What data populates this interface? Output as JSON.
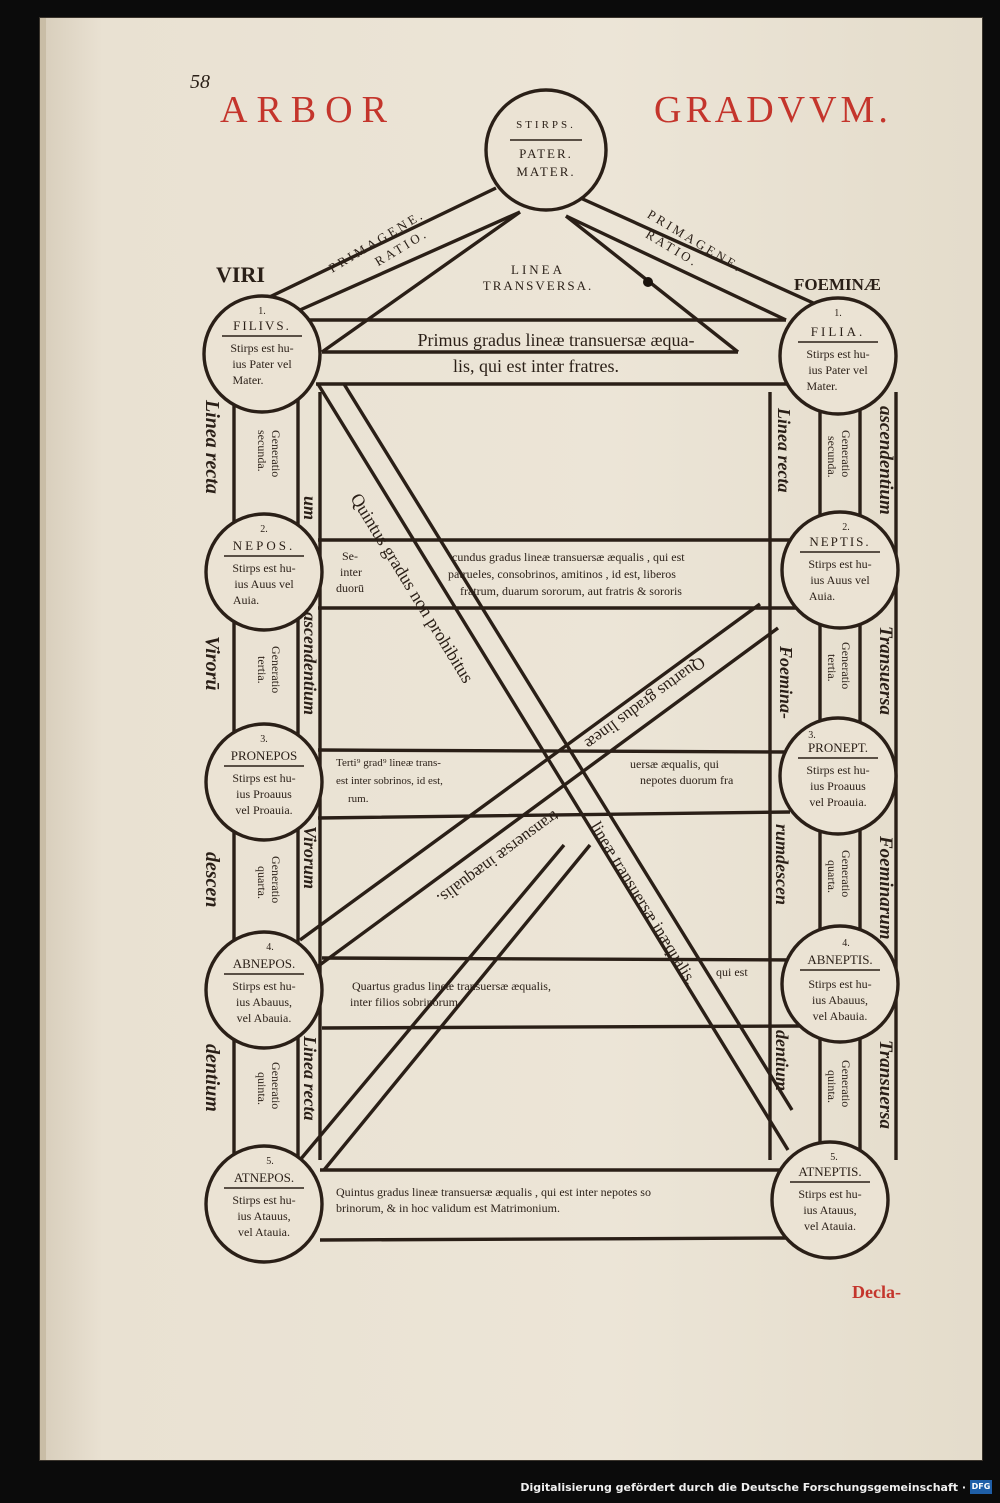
{
  "page_number": "58",
  "header": {
    "left": "ARBOR",
    "right": "GRADVVM."
  },
  "labels": {
    "viri": "VIRI",
    "foeminae": "FOEMINÆ"
  },
  "root": {
    "head": "STIRPS.",
    "line1": "PATER.",
    "line2": "MATER."
  },
  "primagene_left": {
    "line1": "PRIMAGENE.",
    "line2": "RATIO."
  },
  "primagene_right": {
    "line1": "PRIMAGENE.",
    "line2": "RATIO."
  },
  "linea_transversa": {
    "line1": "LINEA",
    "line2": "TRANSVERSA."
  },
  "primus": {
    "line1": "Primus gradus lineæ transuersæ æqua-",
    "line2": "lis, qui est inter fratres."
  },
  "secundus": {
    "line1": "cundus gradus lineæ transuersæ æqualis , qui est",
    "line2": "patrueles, consobrinos, amitinos , id est, liberos",
    "line3": "fratrum, duarum sororum, aut fratris & sororis"
  },
  "secundus_left": {
    "line1": "Se-",
    "line2": "inter",
    "line3": "duorū"
  },
  "tertius": {
    "line1": "Terti⁹ grad⁹ lineæ trans-",
    "line2": "est inter sobrinos, id est,",
    "line3": "rum."
  },
  "tertius_right": {
    "line1": "uersæ æqualis, qui",
    "line2": "nepotes duorum fra"
  },
  "quartus": {
    "line1": "Quartus gradus lineæ transuersæ æqualis,",
    "line2": "inter filios sobrinorum."
  },
  "quartus_right": "qui est",
  "quintus": {
    "line1": "Quintus gradus lineæ transuersæ æqualis , qui est inter nepotes so",
    "line2": "brinorum, & in hoc validum est Matrimonium."
  },
  "diag_quintus_non": "Quintus gradus non prohibitus",
  "diag_quartus_top": "Quartus gradus lineæ",
  "diag_quartus_bottom": "transuersæ inæqualis.",
  "diag_lineae_transuersae": "lineæ transuersæ inæqualis.",
  "men": [
    {
      "num": "1.",
      "name": "FILIVS.",
      "l1": "Stirps est hu-",
      "l2": "ius Pater vel",
      "l3": "Mater."
    },
    {
      "num": "2.",
      "name": "NEPOS.",
      "l1": "Stirps est hu-",
      "l2": "ius Auus vel",
      "l3": "Auia."
    },
    {
      "num": "3.",
      "name": "PRONEPOS",
      "l1": "Stirps est hu-",
      "l2": "ius Proauus",
      "l3": "vel Proauia."
    },
    {
      "num": "4.",
      "name": "ABNEPOS.",
      "l1": "Stirps est hu-",
      "l2": "ius Abauus,",
      "l3": "vel Abauia."
    },
    {
      "num": "5.",
      "name": "ATNEPOS.",
      "l1": "Stirps est hu-",
      "l2": "ius Atauus,",
      "l3": "vel Atauia."
    }
  ],
  "women": [
    {
      "num": "1.",
      "name": "FILIA.",
      "l1": "Stirps est hu-",
      "l2": "ius Pater vel",
      "l3": "Mater."
    },
    {
      "num": "2.",
      "name": "NEPTIS.",
      "l1": "Stirps est hu-",
      "l2": "ius Auus vel",
      "l3": "Auia."
    },
    {
      "num": "3.",
      "name": "PRONEPT.",
      "l1": "Stirps est hu-",
      "l2": "ius Proauus",
      "l3": "vel Proauia."
    },
    {
      "num": "4.",
      "name": "ABNEPTIS.",
      "l1": "Stirps est hu-",
      "l2": "ius Abauus,",
      "l3": "vel Abauia."
    },
    {
      "num": "5.",
      "name": "ATNEPTIS.",
      "l1": "Stirps est hu-",
      "l2": "ius Atauus,",
      "l3": "vel Atauia."
    }
  ],
  "generations": [
    {
      "g1": "Generatio",
      "g2": "secunda."
    },
    {
      "g1": "Generatio",
      "g2": "tertia."
    },
    {
      "g1": "Generatio",
      "g2": "quarta."
    },
    {
      "g1": "Generatio",
      "g2": "quinta."
    }
  ],
  "left_outer": [
    "Linea recta",
    "Virorū",
    "descen",
    "dentium"
  ],
  "left_inner": [
    "um",
    "ascendentium",
    "Virorum",
    "Linea recta"
  ],
  "right_inner": [
    "Linea recta",
    "Foemina-",
    "rumdescen",
    "dentium"
  ],
  "right_outer": [
    "ascendentium",
    "Transuersa",
    "Foeminarum",
    "Transuersa"
  ],
  "catchword": "Decla-",
  "footer": {
    "text": "Digitalisierung gefördert durch die Deutsche Forschungsgemeinschaft ·",
    "logo": "DFG"
  }
}
